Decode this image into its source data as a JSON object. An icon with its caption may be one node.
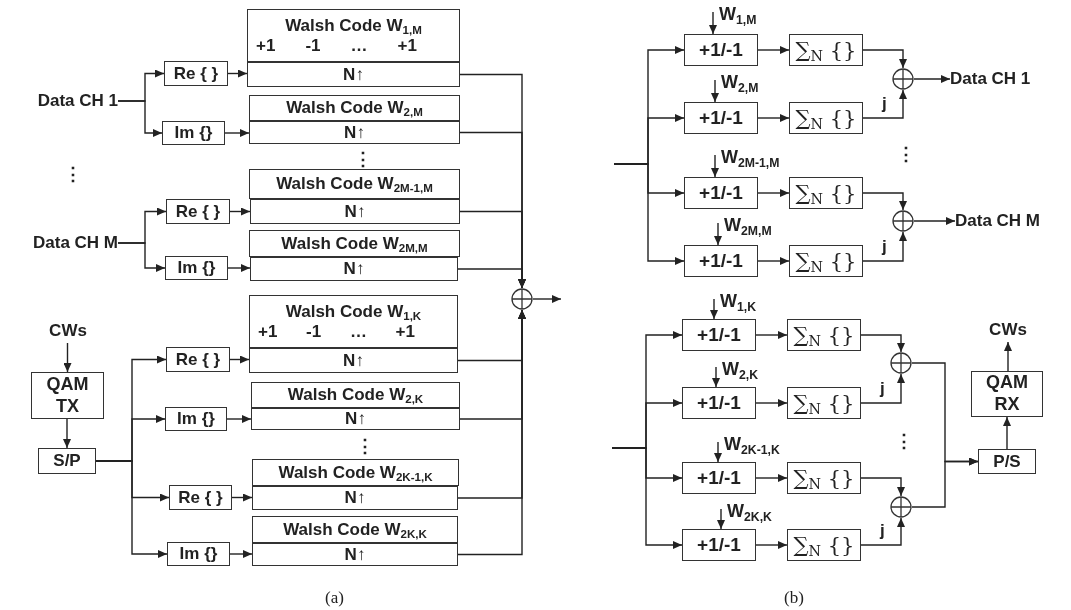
{
  "diagram": {
    "nodes": [
      {
        "text": [
          "Data CH 1"
        ]
      },
      {
        "text": [
          "Re { }"
        ]
      },
      {
        "text": [
          "Im {}"
        ]
      },
      {
        "text": [
          "Walsh Code W$_{1,M}$",
          "+1 -1 … +1"
        ]
      },
      {
        "text": [
          "N↑"
        ]
      },
      {
        "text": [
          "Walsh Code W$_{2,M}$"
        ]
      },
      {
        "text": [
          "N↑"
        ]
      },
      {
        "text": [
          "Re { }"
        ]
      },
      {
        "text": [
          "Data CH M"
        ]
      },
      {
        "text": [
          "Im {}"
        ]
      },
      {
        "text": [
          "Walsh Code W$_{2M-1,M}$"
        ]
      },
      {
        "text": [
          "N↑"
        ]
      },
      {
        "text": [
          "Walsh Code W$_{2M,M}$"
        ]
      },
      {
        "text": [
          "N↑"
        ]
      },
      {
        "text": [
          "CWs"
        ]
      },
      {
        "text": [
          "QAM TX"
        ]
      },
      {
        "text": [
          "S/P"
        ]
      },
      {
        "text": [
          "Re { }"
        ]
      },
      {
        "text": [
          "Walsh Code W$_{1,K}$",
          "+1 -1 … +1"
        ]
      },
      {
        "text": [
          "N↑"
        ]
      },
      {
        "text": [
          "Im {}"
        ]
      },
      {
        "text": [
          "Walsh Code W$_{2,K}$"
        ]
      },
      {
        "text": [
          "N↑"
        ]
      },
      {
        "text": [
          "Re { }"
        ]
      },
      {
        "text": [
          "Walsh Code W$_{2K-1,K}$"
        ]
      },
      {
        "text": [
          "N↑"
        ]
      },
      {
        "text": [
          "Im {}"
        ]
      },
      {
        "text": [
          "Walsh Code W$_{2K,K}$"
        ]
      },
      {
        "text": [
          "N↑"
        ]
      },
      {
        "text": [],
        "shape": "circle"
      },
      {
        "text": [
          "W$_{1,M}$"
        ]
      },
      {
        "text": [
          "+1/-1"
        ]
      },
      {
        "text": [
          "∑$_{N}$ {}"
        ]
      },
      {
        "text": [
          "W$_{2,M}$"
        ]
      },
      {
        "text": [
          "+1/-1"
        ]
      },
      {
        "text": [
          "∑$_{N}$ {}"
        ]
      },
      {
        "text": [
          "W$_{2M-1,M}$"
        ]
      },
      {
        "text": [
          "+1/-1"
        ]
      },
      {
        "text": [
          "∑$_{N}$ {}"
        ]
      },
      {
        "text": [
          "W$_{2M,M}$"
        ]
      },
      {
        "text": [
          "+1/-1"
        ]
      },
      {
        "text": [
          "∑$_{N}$ {}"
        ]
      },
      {
        "text": [],
        "shape": "circle"
      },
      {
        "text": [
          "Data CH 1"
        ]
      },
      {
        "text": [],
        "shape": "circle"
      },
      {
        "text": [
          "Data CH M"
        ]
      },
      {
        "text": [
          "W$_{1,K}$"
        ]
      },
      {
        "text": [
          "+1/-1"
        ]
      },
      {
        "text": [
          "∑$_{N}$ {}"
        ]
      },
      {
        "text": [
          "W$_{2,K}$"
        ]
      },
      {
        "text": [
          "+1/-1"
        ]
      },
      {
        "text": [
          "∑$_{N}$ {}"
        ]
      },
      {
        "text": [
          "W$_{2K-1,K}$"
        ]
      },
      {
        "text": [
          "+1/-1"
        ]
      },
      {
        "text": [
          "∑$_{N}$ {}"
        ]
      },
      {
        "text": [
          "W$_{2K,K}$"
        ]
      },
      {
        "text": [
          "+1/-1"
        ]
      },
      {
        "text": [
          "∑$_{N}$ {}"
        ]
      },
      {
        "text": [],
        "shape": "circle"
      },
      {
        "text": [],
        "shape": "circle"
      },
      {
        "text": [
          "P/S"
        ]
      },
      {
        "text": [
          "QAM RX"
        ]
      },
      {
        "text": [
          "CWs"
        ]
      }
    ],
    "edges": [
      {
        "from": 0,
        "to": 1,
        "arrow": "to"
      },
      {
        "from": 0,
        "to": 2,
        "arrow": "to"
      },
      {
        "from": 8,
        "to": 7,
        "arrow": "to"
      },
      {
        "from": 8,
        "to": 9,
        "arrow": "to"
      },
      {
        "from": 1,
        "to": 4,
        "arrow": "to"
      },
      {
        "from": 2,
        "to": 6,
        "arrow": "to"
      },
      {
        "from": 7,
        "to": 11,
        "arrow": "to"
      },
      {
        "from": 9,
        "to": 13,
        "arrow": "to"
      },
      {
        "from": 4,
        "to": 29,
        "arrow": "to"
      },
      {
        "from": 6,
        "to": 29,
        "arrow": "to"
      },
      {
        "from": 11,
        "to": 29,
        "arrow": "to"
      },
      {
        "from": 13,
        "to": 29,
        "arrow": "to"
      },
      {
        "from": 14,
        "to": 15,
        "arrow": "to"
      },
      {
        "from": 15,
        "to": 16,
        "arrow": "to"
      },
      {
        "from": 16,
        "to": 17,
        "arrow": "to"
      },
      {
        "from": 16,
        "to": 20,
        "arrow": "to"
      },
      {
        "from": 16,
        "to": 23,
        "arrow": "to"
      },
      {
        "from": 16,
        "to": 26,
        "arrow": "to"
      },
      {
        "from": 17,
        "to": 19,
        "arrow": "to"
      },
      {
        "from": 20,
        "to": 22,
        "arrow": "to"
      },
      {
        "from": 23,
        "to": 25,
        "arrow": "to"
      },
      {
        "from": 26,
        "to": 28,
        "arrow": "to"
      },
      {
        "from": 19,
        "to": 29,
        "arrow": "to"
      },
      {
        "from": 22,
        "to": 29,
        "arrow": "to"
      },
      {
        "from": 25,
        "to": 29,
        "arrow": "to"
      },
      {
        "from": 28,
        "to": 29,
        "arrow": "to"
      },
      {
        "from": 29,
        "to": null,
        "arrow": "to"
      },
      {
        "from": null,
        "to": 31,
        "arrow": "to"
      },
      {
        "from": null,
        "to": 34,
        "arrow": "to"
      },
      {
        "from": null,
        "to": 37,
        "arrow": "to"
      },
      {
        "from": null,
        "to": 40,
        "arrow": "to"
      },
      {
        "from": 30,
        "to": 31,
        "arrow": "to"
      },
      {
        "from": 33,
        "to": 34,
        "arrow": "to"
      },
      {
        "from": 36,
        "to": 37,
        "arrow": "to"
      },
      {
        "from": 39,
        "to": 40,
        "arrow": "to"
      },
      {
        "from": 31,
        "to": 32,
        "arrow": "to"
      },
      {
        "from": 34,
        "to": 35,
        "arrow": "to"
      },
      {
        "from": 37,
        "to": 38,
        "arrow": "to"
      },
      {
        "from": 40,
        "to": 41,
        "arrow": "to"
      },
      {
        "from": 32,
        "to": 42,
        "arrow": "to"
      },
      {
        "from": 35,
        "to": 42,
        "arrow": "to",
        "label": "j"
      },
      {
        "from": 38,
        "to": 44,
        "arrow": "to"
      },
      {
        "from": 41,
        "to": 44,
        "arrow": "to",
        "label": "j"
      },
      {
        "from": 42,
        "to": 43,
        "arrow": "to"
      },
      {
        "from": 44,
        "to": 45,
        "arrow": "to"
      },
      {
        "from": null,
        "to": 47,
        "arrow": "to"
      },
      {
        "from": null,
        "to": 50,
        "arrow": "to"
      },
      {
        "from": null,
        "to": 53,
        "arrow": "to"
      },
      {
        "from": null,
        "to": 56,
        "arrow": "to"
      },
      {
        "from": 46,
        "to": 47,
        "arrow": "to"
      },
      {
        "from": 49,
        "to": 50,
        "arrow": "to"
      },
      {
        "from": 52,
        "to": 53,
        "arrow": "to"
      },
      {
        "from": 55,
        "to": 56,
        "arrow": "to"
      },
      {
        "from": 47,
        "to": 48,
        "arrow": "to"
      },
      {
        "from": 50,
        "to": 51,
        "arrow": "to"
      },
      {
        "from": 53,
        "to": 54,
        "arrow": "to"
      },
      {
        "from": 56,
        "to": 57,
        "arrow": "to"
      },
      {
        "from": 48,
        "to": 58,
        "arrow": "to"
      },
      {
        "from": 51,
        "to": 58,
        "arrow": "to",
        "label": "j"
      },
      {
        "from": 54,
        "to": 59,
        "arrow": "to"
      },
      {
        "from": 57,
        "to": 59,
        "arrow": "to",
        "label": "j"
      },
      {
        "from": 58,
        "to": 60,
        "arrow": "to"
      },
      {
        "from": 59,
        "to": 60,
        "arrow": "to"
      },
      {
        "from": 60,
        "to": 61,
        "arrow": "to"
      },
      {
        "from": 61,
        "to": 62,
        "arrow": "to"
      }
    ],
    "labels": [
      "⋮",
      "⋮",
      "⋮",
      "⋮",
      "⋮",
      "(a)",
      "(b)"
    ]
  }
}
